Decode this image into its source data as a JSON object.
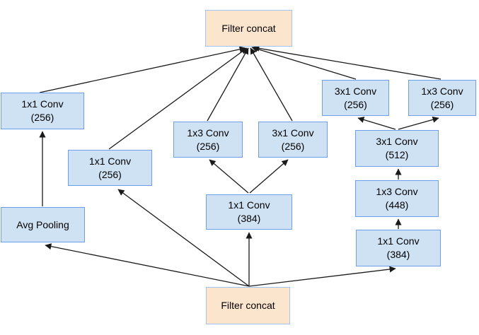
{
  "diagram": {
    "type": "neural-network-block-diagram",
    "colors": {
      "conv_fill": "#cfe2f3",
      "conv_border": "#6d9eeb",
      "concat_fill": "#fce5cd",
      "concat_border": "#a4c2f4",
      "edge": "#1a1a1a",
      "background": "#ffffff",
      "text": "#000000"
    },
    "nodes": {
      "fc_top": {
        "label": "Filter concat"
      },
      "conv_1x1_256_left": {
        "label": "1x1 Conv\n(256)"
      },
      "conv_1x1_256_mid": {
        "label": "1x1 Conv\n(256)"
      },
      "conv_1x3_256_mid": {
        "label": "1x3 Conv\n(256)"
      },
      "conv_3x1_256_mid": {
        "label": "3x1 Conv\n(256)"
      },
      "conv_1x1_384_mid": {
        "label": "1x1 Conv\n(384)"
      },
      "conv_3x1_256_right": {
        "label": "3x1 Conv\n(256)"
      },
      "conv_1x3_256_right": {
        "label": "1x3 Conv\n(256)"
      },
      "conv_3x1_512": {
        "label": "3x1 Conv\n(512)"
      },
      "conv_1x3_448": {
        "label": "1x3 Conv\n(448)"
      },
      "conv_1x1_384_right": {
        "label": "1x1 Conv\n(384)"
      },
      "avg_pooling": {
        "label": "Avg Pooling"
      },
      "fc_bottom": {
        "label": "Filter concat"
      }
    },
    "edges": [
      {
        "from": "conv_1x1_256_left",
        "to": "fc_top"
      },
      {
        "from": "conv_1x1_256_mid",
        "to": "fc_top"
      },
      {
        "from": "conv_1x3_256_mid",
        "to": "fc_top"
      },
      {
        "from": "conv_3x1_256_mid",
        "to": "fc_top"
      },
      {
        "from": "conv_3x1_256_right",
        "to": "fc_top"
      },
      {
        "from": "conv_1x3_256_right",
        "to": "fc_top"
      },
      {
        "from": "avg_pooling",
        "to": "conv_1x1_256_left"
      },
      {
        "from": "conv_1x1_384_mid",
        "to": "conv_1x3_256_mid"
      },
      {
        "from": "conv_1x1_384_mid",
        "to": "conv_3x1_256_mid"
      },
      {
        "from": "conv_1x1_384_right",
        "to": "conv_1x3_448"
      },
      {
        "from": "conv_1x3_448",
        "to": "conv_3x1_512"
      },
      {
        "from": "conv_3x1_512",
        "to": "conv_3x1_256_right"
      },
      {
        "from": "conv_3x1_512",
        "to": "conv_1x3_256_right"
      },
      {
        "from": "fc_bottom",
        "to": "avg_pooling"
      },
      {
        "from": "fc_bottom",
        "to": "conv_1x1_256_mid"
      },
      {
        "from": "fc_bottom",
        "to": "conv_1x1_384_mid"
      },
      {
        "from": "fc_bottom",
        "to": "conv_1x1_384_right"
      }
    ]
  }
}
